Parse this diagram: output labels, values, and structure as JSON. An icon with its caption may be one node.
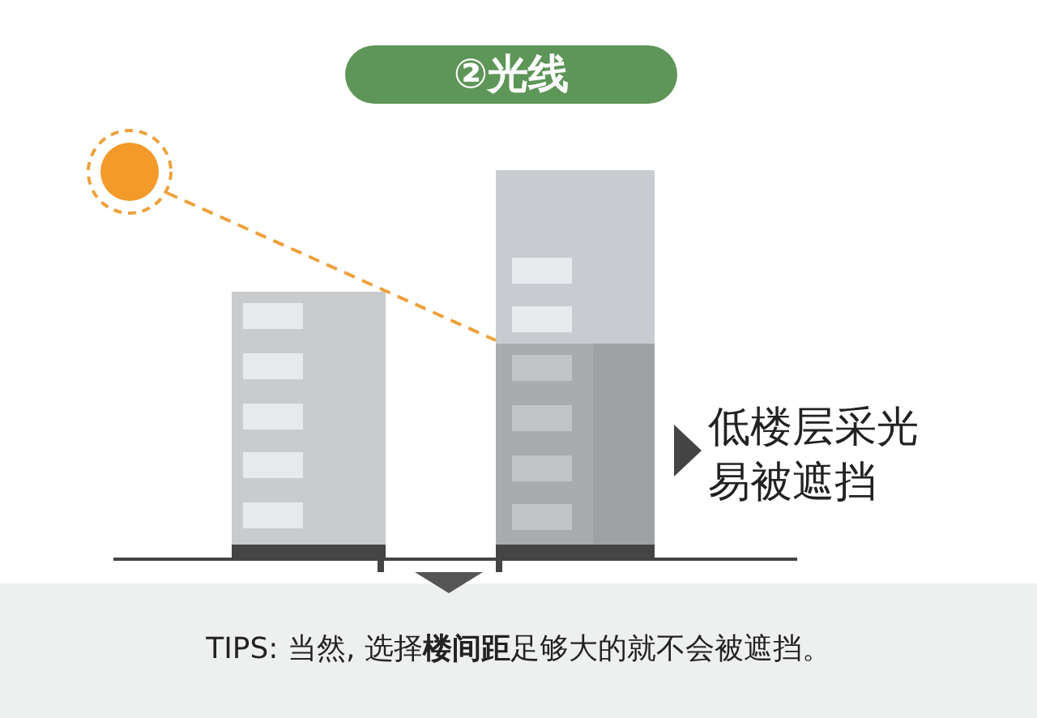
{
  "diagram": {
    "title": "②光线",
    "nodes": [
      {
        "text": [],
        "shape": "circle"
      },
      {
        "text": [],
        "shape": "picture"
      }
    ],
    "edges": [
      {
        "from": 0,
        "to": 1,
        "arrow": "none",
        "style": "dashed",
        "color": "#eda13c"
      }
    ],
    "labels": [
      "低楼层采光易被遮挡",
      "TIPS: 当然, 选择**楼间距**足够大的就不会被遮挡。"
    ]
  }
}
